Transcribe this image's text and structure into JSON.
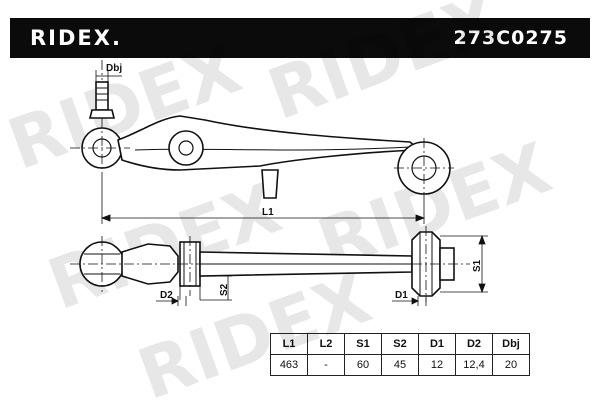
{
  "header": {
    "brand": "RIDEX.",
    "part_number": "273C0275",
    "background_color": "#0b0b0b",
    "text_color": "#ffffff"
  },
  "drawing": {
    "watermark_text": "RIDEX",
    "labels": {
      "dbj": "Dbj",
      "l1": "L1",
      "s1": "S1",
      "s2": "S2",
      "d1": "D1",
      "d2": "D2"
    }
  },
  "specs": {
    "headers": [
      "L1",
      "L2",
      "S1",
      "S2",
      "D1",
      "D2",
      "Dbj"
    ],
    "values": [
      "463",
      "-",
      "60",
      "45",
      "12",
      "12,4",
      "20"
    ]
  }
}
